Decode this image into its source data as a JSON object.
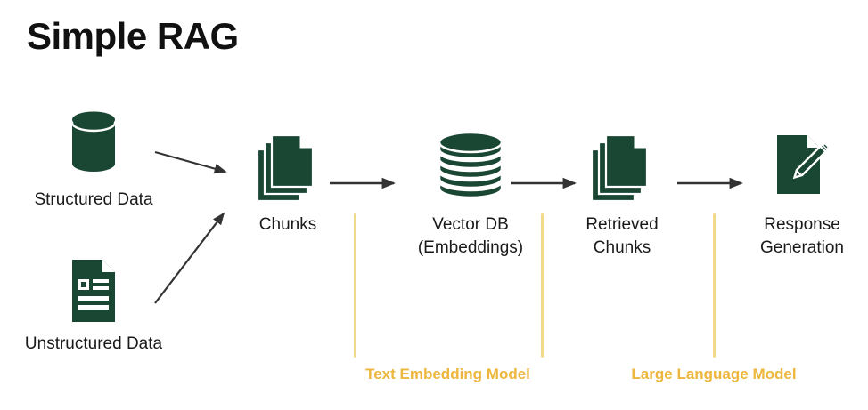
{
  "page": {
    "title": "Simple RAG",
    "background": "#ffffff",
    "brand_green": "#1A4734",
    "accent_yellow": "#EDB63C",
    "divider_yellow": "#F4D98B",
    "arrow_color": "#333333",
    "text_color": "#1a1a1a"
  },
  "nodes": [
    {
      "id": "structured-data",
      "icon": "database-cylinder-icon",
      "label": "Structured Data",
      "label_line2": ""
    },
    {
      "id": "unstructured-data",
      "icon": "document-text-icon",
      "label": "Unstructured Data",
      "label_line2": ""
    },
    {
      "id": "chunks",
      "icon": "document-stack-icon",
      "label": "Chunks",
      "label_line2": ""
    },
    {
      "id": "vector-db",
      "icon": "disc-stack-icon",
      "label": "Vector DB",
      "label_line2": "(Embeddings)"
    },
    {
      "id": "retrieved-chunks",
      "icon": "document-stack-icon",
      "label": "Retrieved",
      "label_line2": "Chunks"
    },
    {
      "id": "response-generation",
      "icon": "document-pencil-icon",
      "label": "Response",
      "label_line2": "Generation"
    }
  ],
  "stages": [
    {
      "id": "text-embedding-model",
      "caption": "Text Embedding Model"
    },
    {
      "id": "large-language-model",
      "caption": "Large Language Model"
    }
  ],
  "connectors": [
    {
      "id": "structured-to-chunks",
      "kind": "diagonal-arrow-down-right"
    },
    {
      "id": "unstructured-to-chunks",
      "kind": "diagonal-arrow-up-right"
    },
    {
      "id": "chunks-to-vectordb",
      "kind": "horizontal-arrow-right"
    },
    {
      "id": "vectordb-to-retrieved",
      "kind": "horizontal-arrow-right"
    },
    {
      "id": "retrieved-to-response",
      "kind": "horizontal-arrow-right"
    }
  ]
}
